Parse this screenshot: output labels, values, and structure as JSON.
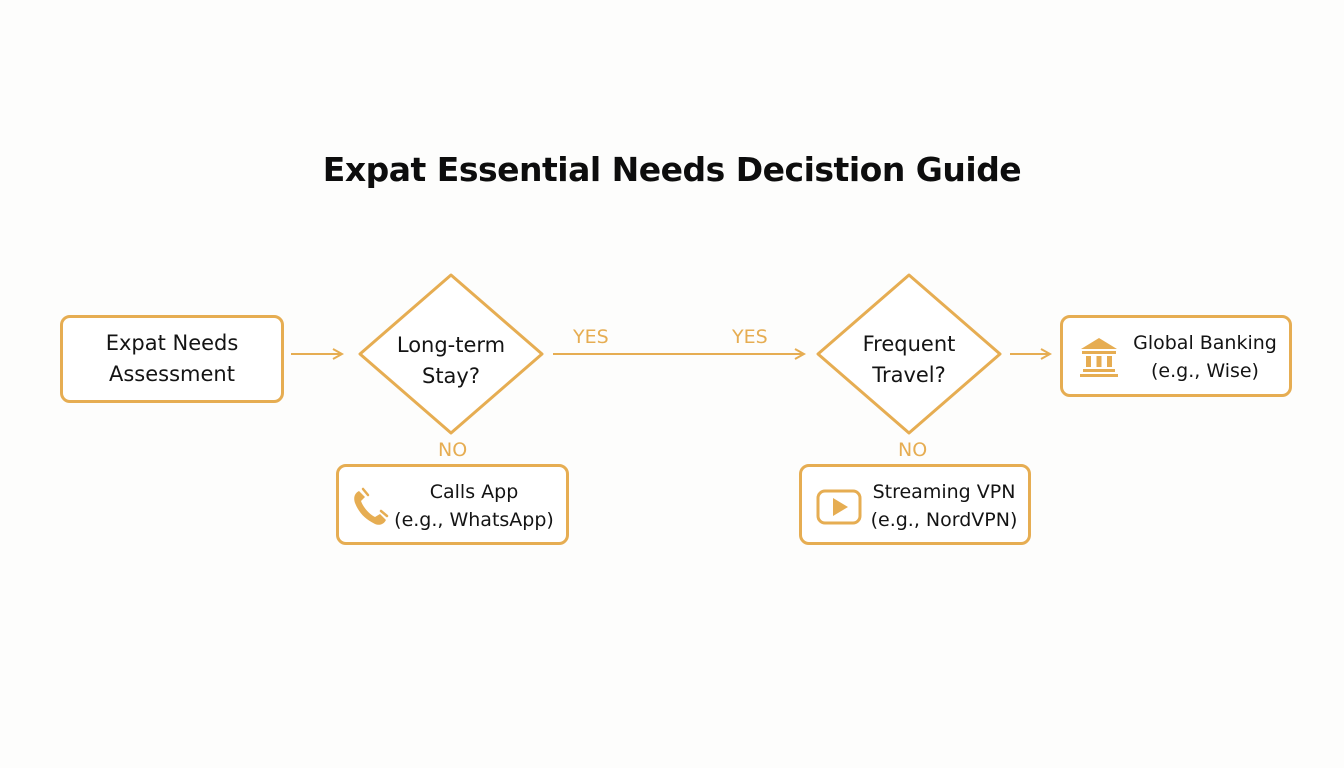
{
  "title": "Expat Essential Needs Decistion Guide",
  "colors": {
    "accent": "#e6ad52",
    "text": "#141414",
    "background": "#fdfdfc"
  },
  "nodes": {
    "start": {
      "line1": "Expat Needs",
      "line2": "Assessment"
    },
    "decision1": {
      "line1": "Long-term",
      "line2": "Stay?"
    },
    "decision2": {
      "line1": "Frequent",
      "line2": "Travel?"
    },
    "banking": {
      "line1": "Global Banking",
      "line2": "(e.g., Wise)",
      "icon": "bank-icon"
    },
    "calls": {
      "line1": "Calls App",
      "line2": "(e.g., WhatsApp)",
      "icon": "phone-icon"
    },
    "vpn": {
      "line1": "Streaming VPN",
      "line2": "(e.g., NordVPN)",
      "icon": "play-icon"
    }
  },
  "edge_labels": {
    "yes1": "YES",
    "yes2": "YES",
    "no1": "NO",
    "no2": "NO"
  }
}
